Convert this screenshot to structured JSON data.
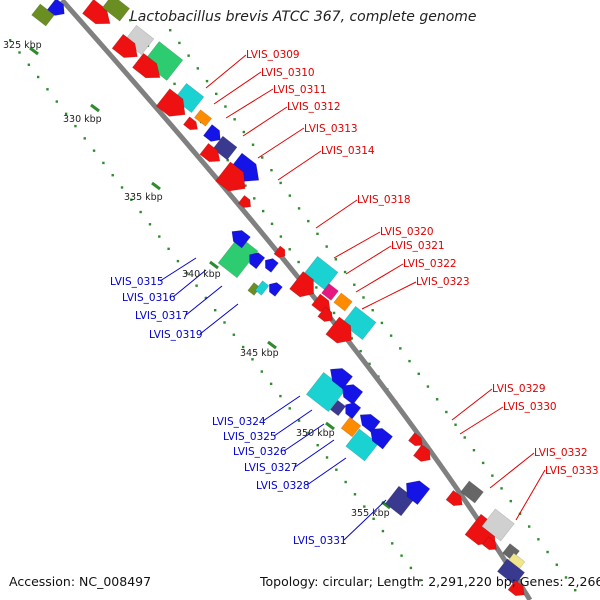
{
  "title": "Lactobacillus brevis ATCC 367, complete genome",
  "footer": {
    "accession": "Accession: NC_008497",
    "summary": "Topology: circular; Length: 2,291,220 bp; Genes: 2,266"
  },
  "colors": {
    "backbone": "#808080",
    "tick_marks": "#2e8b2e",
    "red": "#ee1111",
    "blue": "#1414e6",
    "cyan": "#1ad2d2",
    "green": "#2ecc71",
    "olive": "#6b8e23",
    "silver": "#d0d0d0",
    "gray": "#666666",
    "orange": "#ff8c00",
    "indigo": "#39398f",
    "magenta": "#e6177f",
    "khaki": "#f0e68c",
    "label_red": "#e00000",
    "label_blue": "#0000cc"
  },
  "scale_labels": [
    "325 kbp",
    "330 kbp",
    "335 kbp",
    "340 kbp",
    "345 kbp",
    "350 kbp",
    "355 kbp"
  ],
  "gene_labels_right": [
    "LVIS_0309",
    "LVIS_0310",
    "LVIS_0311",
    "LVIS_0312",
    "LVIS_0313",
    "LVIS_0314",
    "LVIS_0318",
    "LVIS_0320",
    "LVIS_0321",
    "LVIS_0322",
    "LVIS_0323",
    "LVIS_0329",
    "LVIS_0330",
    "LVIS_0332",
    "LVIS_0333"
  ],
  "gene_labels_left": [
    "LVIS_0315",
    "LVIS_0316",
    "LVIS_0317",
    "LVIS_0319",
    "LVIS_0324",
    "LVIS_0325",
    "LVIS_0326",
    "LVIS_0327",
    "LVIS_0328",
    "LVIS_0331"
  ]
}
